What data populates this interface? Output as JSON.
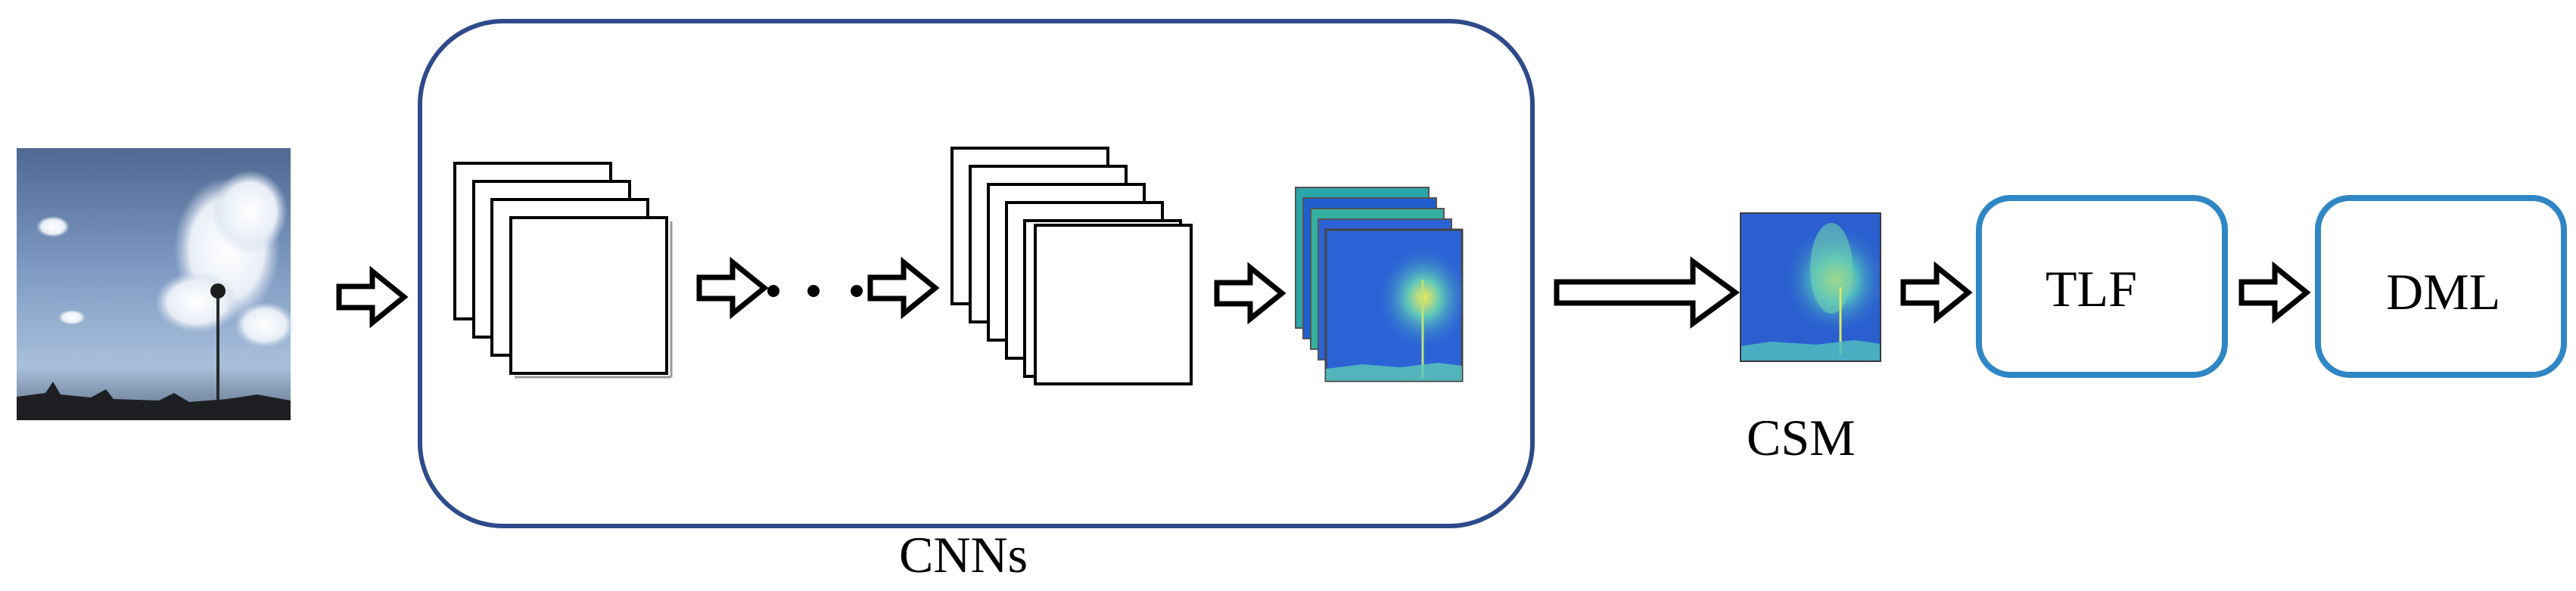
{
  "labels": {
    "cnns": "CNNs",
    "csm": "CSM",
    "tlf": "TLF",
    "dml": "DML"
  },
  "icons": {
    "input": "sky-image-icon",
    "feature_maps": "feature-map-stack-icon",
    "arrow": "hollow-arrow-icon",
    "ellipsis": "dots-icon",
    "csm": "saliency-heatmap-icon"
  },
  "colors": {
    "cnn_container_border": "#2e4a8a",
    "module_border": "#2f86c4",
    "heatmap_base": "#2b63d6",
    "heatmap_layer_teal": "#2aa5a8"
  }
}
